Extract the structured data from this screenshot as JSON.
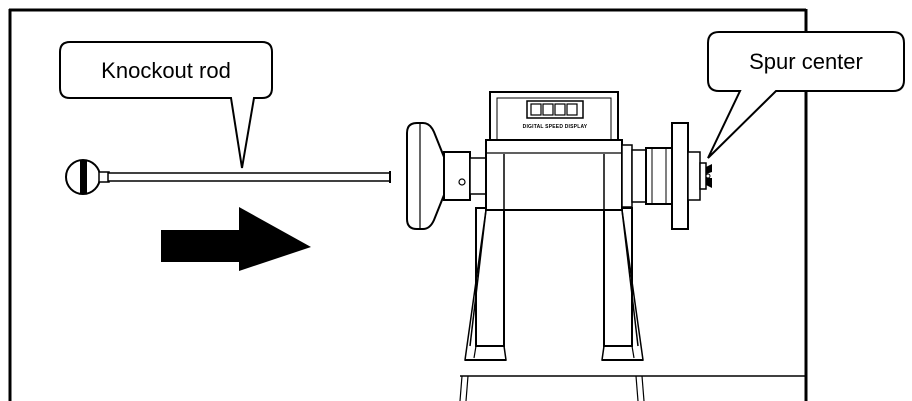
{
  "callouts": {
    "knockout_rod": "Knockout rod",
    "spur_center": "Spur center"
  },
  "headstock": {
    "display_label": "DIGITAL SPEED DISPLAY",
    "display_digits": [
      "",
      "",
      "",
      ""
    ]
  },
  "colors": {
    "ink": "#000000",
    "paper": "#ffffff",
    "arrow_fill": "#000000"
  },
  "arrow": {
    "direction": "right"
  }
}
